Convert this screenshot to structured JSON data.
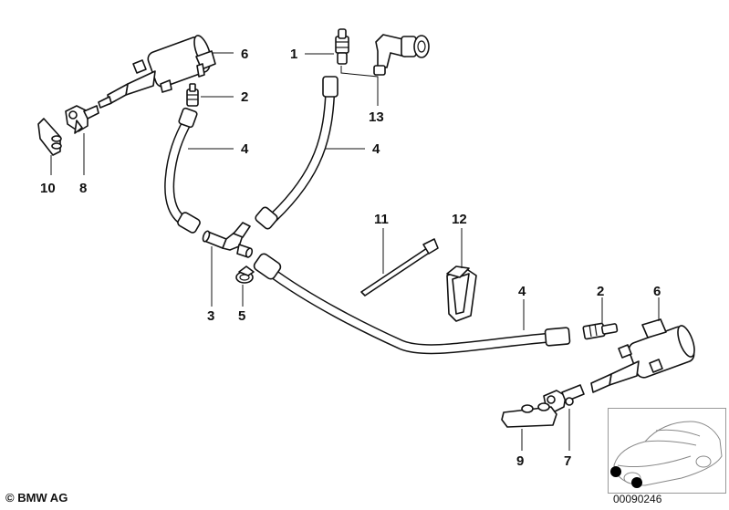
{
  "callouts": {
    "c1": "1",
    "c2a": "2",
    "c2b": "2",
    "c3": "3",
    "c4a": "4",
    "c4b": "4",
    "c4c": "4",
    "c5": "5",
    "c6a": "6",
    "c6b": "6",
    "c7": "7",
    "c8": "8",
    "c9": "9",
    "c10": "10",
    "c11": "11",
    "c12": "12",
    "c13": "13"
  },
  "footer": {
    "copyright": "© BMW AG",
    "diagram_id": "00090246"
  }
}
